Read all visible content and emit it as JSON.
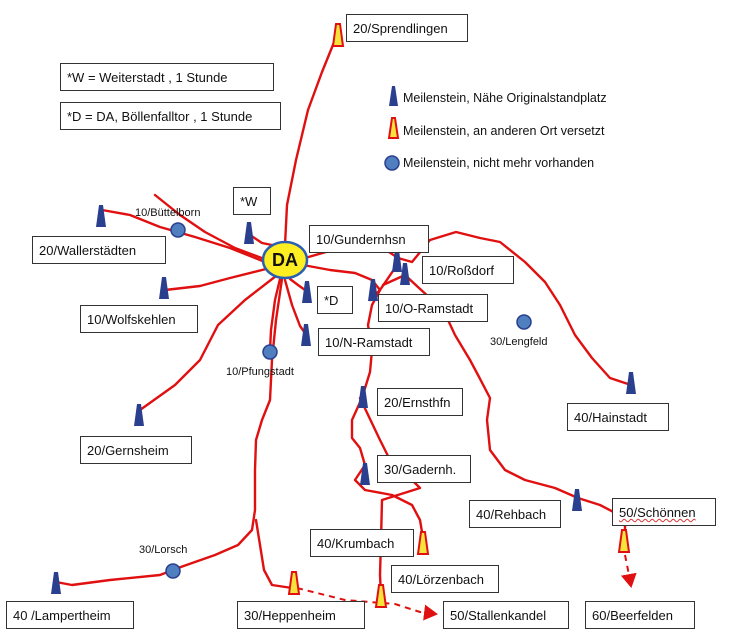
{
  "center": {
    "label": "DA"
  },
  "legend": {
    "notes": [
      {
        "text": "*W = Weiterstadt , 1 Stunde"
      },
      {
        "text": "*D = DA, Böllenfalltor , 1 Stunde"
      }
    ],
    "keys": [
      {
        "marker": "milestone-original",
        "text": "Meilenstein, Nähe  Originalstandplatz"
      },
      {
        "marker": "milestone-moved",
        "text": "Meilenstein,  an anderen Ort versetzt"
      },
      {
        "marker": "milestone-gone",
        "text": "Meilenstein,  nicht mehr vorhanden"
      }
    ]
  },
  "colors": {
    "route": "#e01010",
    "milestone_original": "#2b3f8f",
    "milestone_moved_fill": "#f6e33c",
    "milestone_moved_border": "#e01010",
    "milestone_gone": "#4f7fbf",
    "center_fill": "#ffee22",
    "center_border": "#2b5fb0"
  },
  "boxes": [
    {
      "text": "20/Sprendlingen"
    },
    {
      "text": "*W"
    },
    {
      "text": "20/Wallerstädten"
    },
    {
      "text": "10/Wolfskehlen"
    },
    {
      "text": "20/Gernsheim"
    },
    {
      "text": "10/Gundernhsn"
    },
    {
      "text": "10/Roßdorf"
    },
    {
      "text": "*D"
    },
    {
      "text": "10/O-Ramstadt"
    },
    {
      "text": "10/N-Ramstadt"
    },
    {
      "text": "20/Ernsthfn"
    },
    {
      "text": "30/Gadernh."
    },
    {
      "text": "40/Hainstadt"
    },
    {
      "text": "40/Rehbach"
    },
    {
      "text": "50/Schönnen"
    },
    {
      "text": "40/Krumbach"
    },
    {
      "text": "40/Lörzenbach"
    },
    {
      "text": "40 /Lampertheim"
    },
    {
      "text": "30/Heppenheim"
    },
    {
      "text": "50/Stallenkandel"
    },
    {
      "text": "60/Beerfelden"
    }
  ],
  "labels": [
    {
      "text": "10/Büttelborn"
    },
    {
      "text": "10/Pfungstadt"
    },
    {
      "text": "30/Lengfeld"
    },
    {
      "text": "30/Lorsch"
    }
  ]
}
